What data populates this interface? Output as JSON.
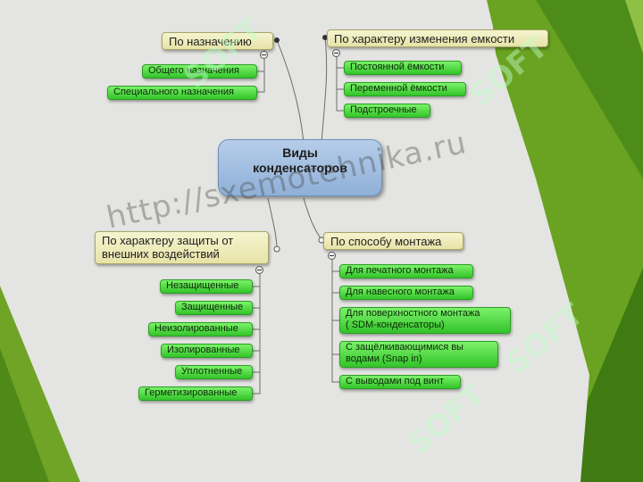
{
  "diagram": {
    "center": {
      "line1": "Виды",
      "line2": "конденсаторов"
    },
    "branches": {
      "purpose": {
        "title": "По назначению",
        "items": [
          "Общего назначения",
          "Специального назначения"
        ]
      },
      "capacity": {
        "title": "По характеру изменения емкости",
        "items": [
          "Постоянной ёмкости",
          "Переменной ёмкости",
          "Подстроечные"
        ]
      },
      "protection": {
        "title_line1": "По характеру защиты от",
        "title_line2": "внешних воздействий",
        "items": [
          "Незащищенные",
          "Защищенные",
          "Неизолированные",
          "Изолированные",
          "Уплотненные",
          "Герметизированные"
        ]
      },
      "mounting": {
        "title": "По способу монтажа",
        "items": [
          {
            "line1": "Для печатного монтажа",
            "line2": ""
          },
          {
            "line1": "Для навесного монтажа",
            "line2": ""
          },
          {
            "line1": "Для поверхностного монтажа",
            "line2": "( SDM-конденсаторы)"
          },
          {
            "line1": "С защёлкивающимися вы",
            "line2": "водами (Snap in)"
          },
          {
            "line1": "С выводами под винт",
            "line2": ""
          }
        ]
      }
    }
  },
  "watermarks": {
    "url": "http://sxemotehnika.ru",
    "brand": "SOFT"
  },
  "colors": {
    "slide_green": "#6aa321",
    "dark_green": "#3f7a12",
    "leaf_green": "#43d236",
    "card_gray": "#e4e4e2",
    "center_blue": "#9fbde0"
  }
}
